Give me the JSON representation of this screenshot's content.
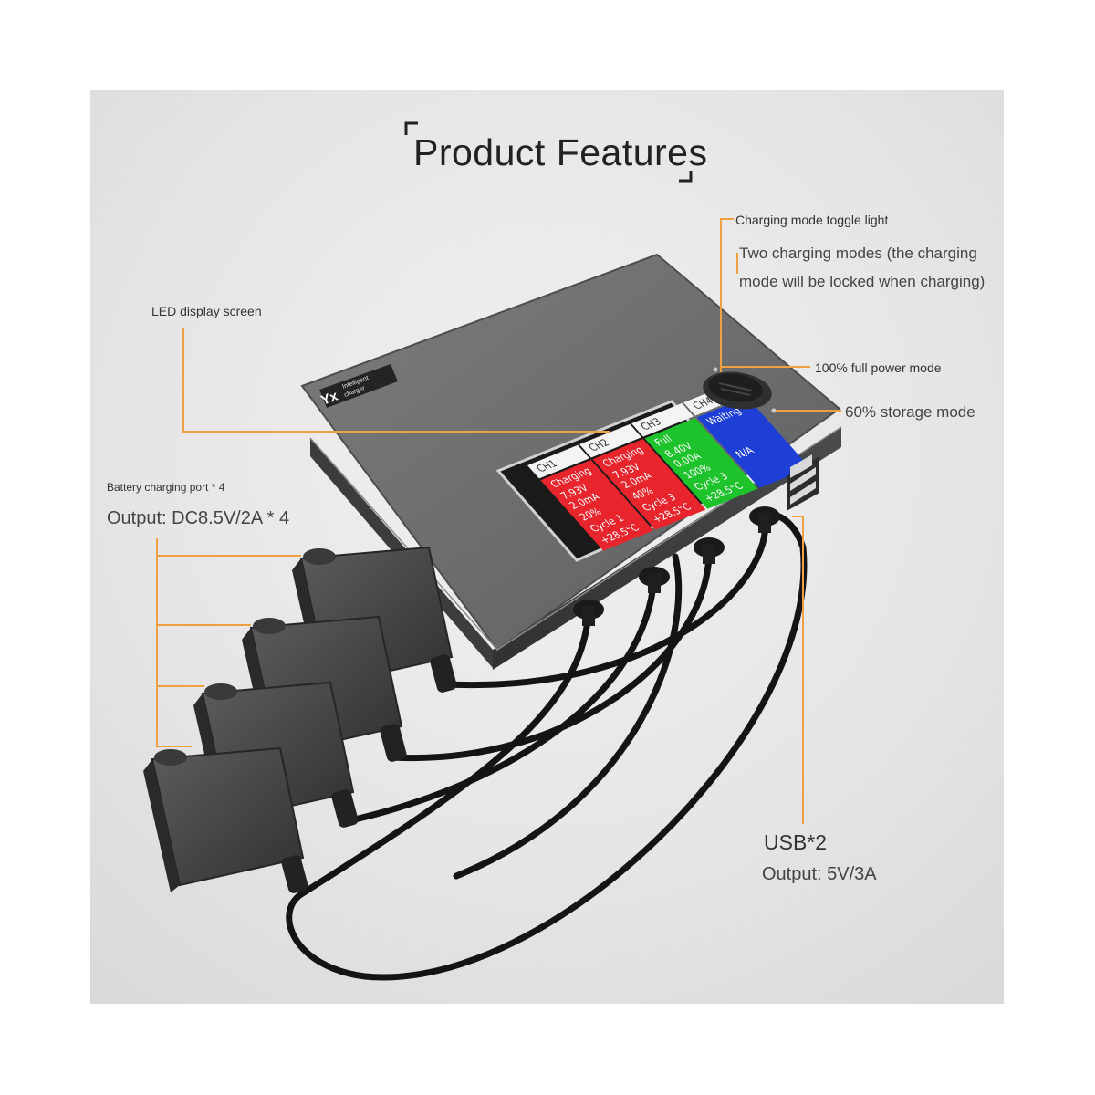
{
  "title": "Product Features",
  "labels": {
    "led": "LED display screen",
    "toggle_light": "Charging mode toggle light",
    "two_modes_line1": "Two charging modes (the charging",
    "two_modes_line2": "mode will be locked when charging)",
    "full_power": "100% full power mode",
    "storage": "60% storage mode",
    "port_count": "Battery charging port * 4",
    "port_output": "Output: DC8.5V/2A * 4",
    "usb": "USB*2",
    "usb_output": "Output: 5V/3A"
  },
  "device": {
    "logo": "Yx",
    "brand_line1": "Intelligent",
    "brand_line2": "charger"
  },
  "screen": {
    "channels": [
      {
        "name": "CH1",
        "status": "Charging",
        "voltage": "7.93V",
        "current": "2.0mA",
        "level": "20%",
        "cycle": "Cycle 1",
        "temp": "+28.5°C",
        "color": "#e8242c"
      },
      {
        "name": "CH2",
        "status": "Charging",
        "voltage": "7.93V",
        "current": "2.0mA",
        "level": "40%",
        "cycle": "Cycle 3",
        "temp": "+28.5°C",
        "color": "#e8242c"
      },
      {
        "name": "CH3",
        "status": "Full",
        "voltage": "8.40V",
        "current": "0.00A",
        "level": "100%",
        "cycle": "Cycle 3",
        "temp": "+28.5°C",
        "color": "#1ec32b"
      },
      {
        "name": "CH4",
        "status": "Waiting",
        "voltage": "",
        "current": "",
        "level": "N/A",
        "cycle": "",
        "temp": "",
        "color": "#1d3fd6"
      }
    ]
  },
  "colors": {
    "leader": "#f0a040",
    "device_top": "#6e7072",
    "device_side": "#3c3e40",
    "cable": "#141414"
  }
}
